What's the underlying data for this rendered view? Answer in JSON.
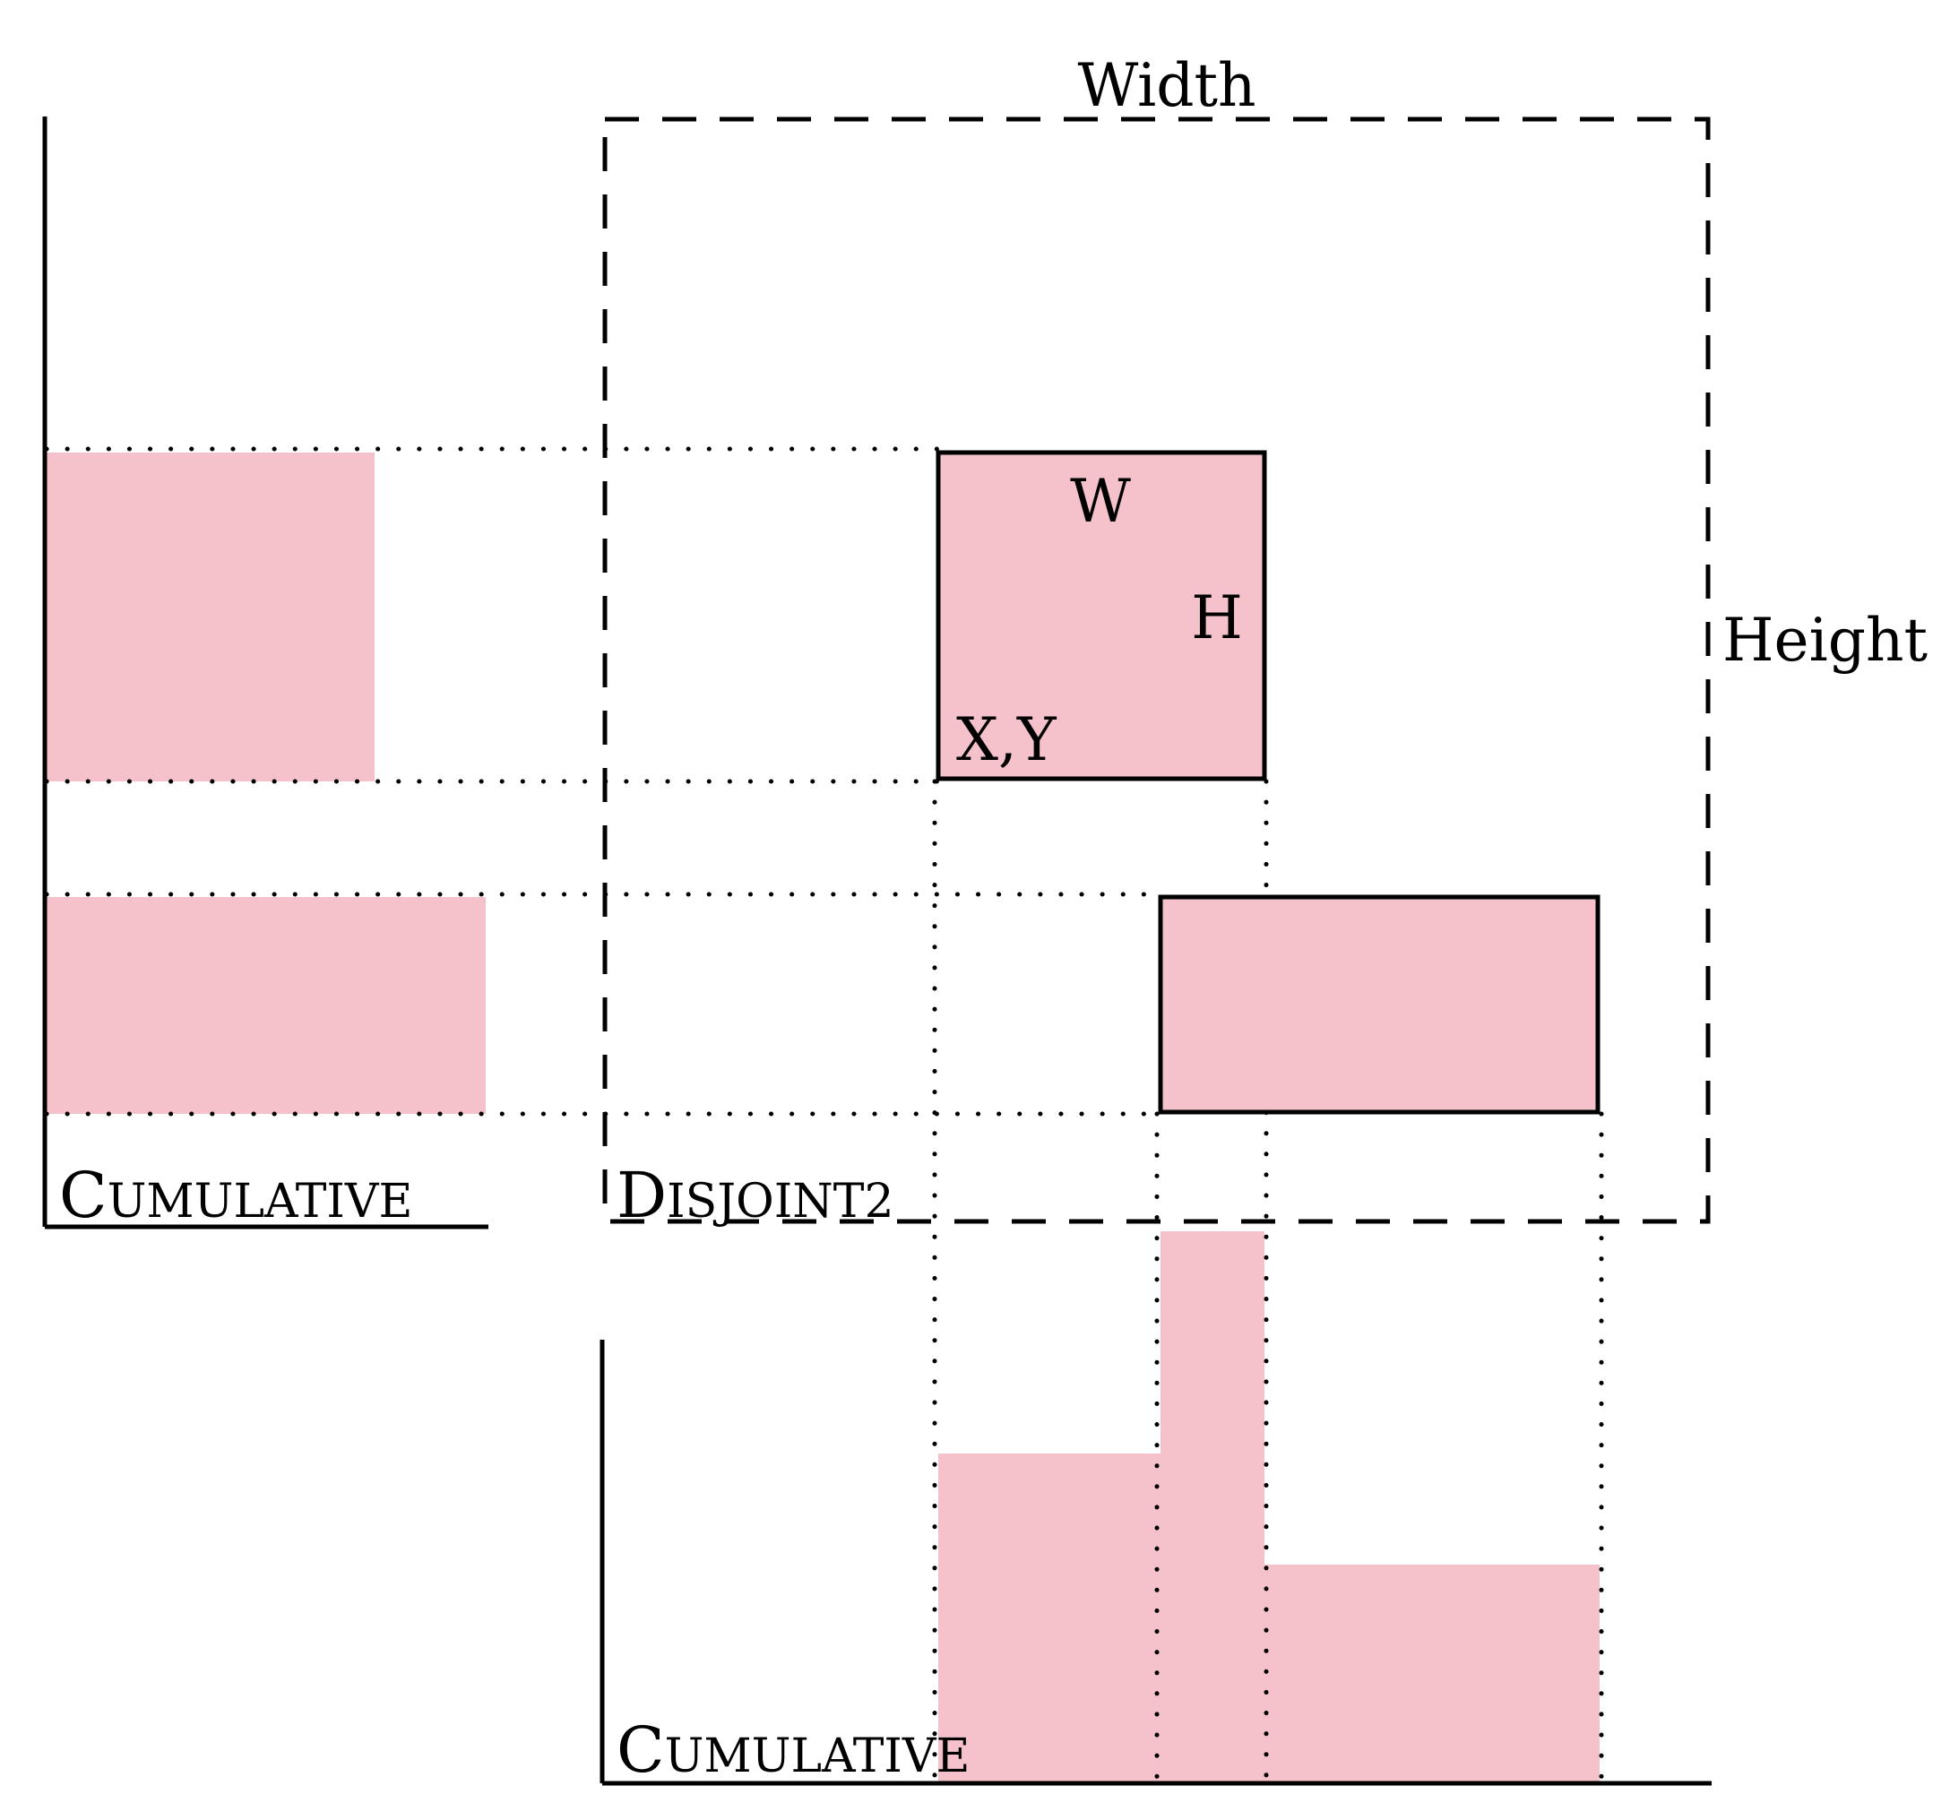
{
  "colors": {
    "fill": "#f5c2cc",
    "line": "#000000",
    "background": "#ffffff"
  },
  "labels": {
    "width": "Width",
    "height": "Height",
    "w": "W",
    "h": "H",
    "xy": "X,Y",
    "cumulative_left": {
      "initial": "C",
      "rest": "UMULATIVE"
    },
    "disjoint2": {
      "initial": "D",
      "rest": "ISJOINT2"
    },
    "cumulative_bottom": {
      "initial": "C",
      "rest": "UMULATIVE"
    }
  }
}
